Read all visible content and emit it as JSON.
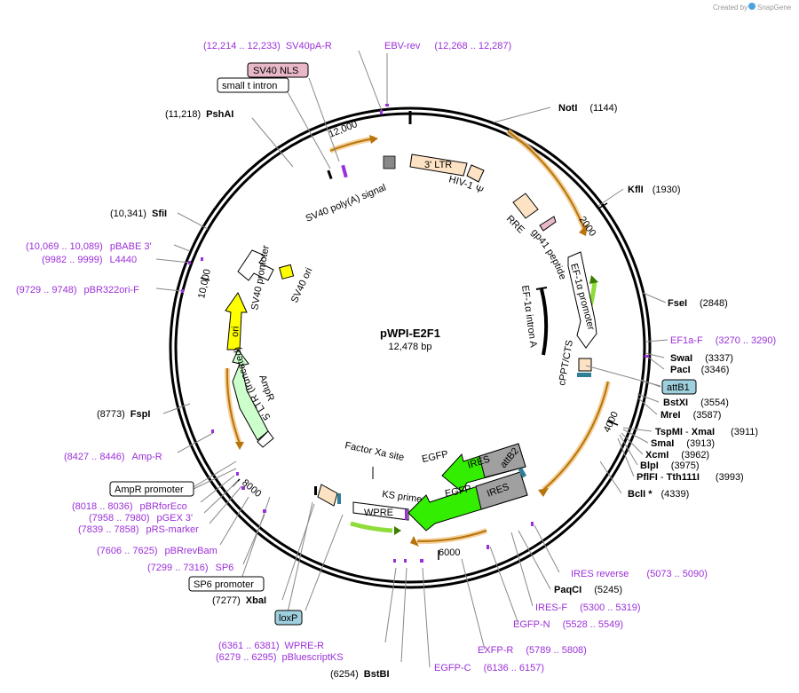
{
  "credit": {
    "prefix": "Created by",
    "brand": "SnapGene"
  },
  "plasmid": {
    "name": "pWPI-E2F1",
    "size": "12,478 bp"
  },
  "ticks": {
    "t2000": "2000",
    "t4000": "4000",
    "t6000": "6000",
    "t8000": "8000",
    "t10000": "10,000",
    "t12000": "12,000"
  },
  "enzymes": {
    "NotI": {
      "name": "NotI",
      "pos": "(1144)"
    },
    "KflI": {
      "name": "KflI",
      "pos": "(1930)"
    },
    "FseI": {
      "name": "FseI",
      "pos": "(2848)"
    },
    "SwaI": {
      "name": "SwaI",
      "pos": "(3337)"
    },
    "PacI": {
      "name": "PacI",
      "pos": "(3346)"
    },
    "BstXI": {
      "name": "BstXI",
      "pos": "(3554)"
    },
    "MreI": {
      "name": "MreI",
      "pos": "(3587)"
    },
    "TspMI": {
      "name": "TspMI",
      "sep": " - ",
      "name2": "XmaI",
      "pos": "(3911)"
    },
    "SmaI": {
      "name": "SmaI",
      "pos": "(3913)"
    },
    "XcmI": {
      "name": "XcmI",
      "pos": "(3962)"
    },
    "BlpI": {
      "name": "BlpI",
      "pos": "(3975)"
    },
    "PflFI": {
      "name": "PflFI",
      "sep": " - ",
      "name2": "Tth111I",
      "pos": "(3993)"
    },
    "BclI": {
      "name": "BclI *",
      "pos": "(4339)"
    },
    "PaqCI": {
      "name": "PaqCI",
      "pos": "(5245)"
    },
    "BstBI": {
      "name": "BstBI",
      "pos": "(6254)"
    },
    "XbaI": {
      "name": "XbaI",
      "pos": "(7277)"
    },
    "FspI": {
      "name": "FspI",
      "pos": "(8773)"
    },
    "SfiI": {
      "name": "SfiI",
      "pos": "(10,341)"
    },
    "PshAI": {
      "name": "PshAI",
      "pos": "(11,218)"
    }
  },
  "primers": {
    "SV40pA_R": {
      "pos": "(12,214 .. 12,233)",
      "name": "SV40pA-R"
    },
    "EBV_rev": {
      "name": "EBV-rev",
      "pos": "(12,268 .. 12,287)"
    },
    "EF1a_F": {
      "name": "EF1a-F",
      "pos": "(3270 .. 3290)"
    },
    "IRES_reverse": {
      "name": "IRES reverse",
      "pos": "(5073 .. 5090)"
    },
    "IRES_F": {
      "name": "IRES-F",
      "pos": "(5300 .. 5319)"
    },
    "EGFP_N": {
      "name": "EGFP-N",
      "pos": "(5528 .. 5549)"
    },
    "EXFP_R": {
      "name": "EXFP-R",
      "pos": "(5789 .. 5808)"
    },
    "EGFP_C": {
      "name": "EGFP-C",
      "pos": "(6136 .. 6157)"
    },
    "WPRE_R": {
      "pos": "(6361 .. 6381)",
      "name": "WPRE-R"
    },
    "pBluescriptKS": {
      "pos": "(6279 .. 6295)",
      "name": "pBluescriptKS"
    },
    "SP6": {
      "pos": "(7299 .. 7316)",
      "name": "SP6"
    },
    "pBRrevBam": {
      "pos": "(7606 .. 7625)",
      "name": "pBRrevBam"
    },
    "pRS_marker": {
      "pos": "(7839 .. 7858)",
      "name": "pRS-marker"
    },
    "pGEX3": {
      "pos": "(7958 .. 7980)",
      "name": "pGEX 3'"
    },
    "pBRforEco": {
      "pos": "(8018 .. 8036)",
      "name": "pBRforEco"
    },
    "Amp_R": {
      "pos": "(8427 .. 8446)",
      "name": "Amp-R"
    },
    "pBR322ori_F": {
      "pos": "(9729 .. 9748)",
      "name": "pBR322ori-F"
    },
    "L4440": {
      "pos": "(9982 .. 9999)",
      "name": "L4440"
    },
    "pBABE3": {
      "pos": "(10,069 .. 10,089)",
      "name": "pBABE 3'"
    }
  },
  "boxed_labels": {
    "sv40nls": "SV40 NLS",
    "small_t_intron": "small t intron",
    "attB1": "attB1",
    "ampr_promoter": "AmpR promoter",
    "sp6_promoter": "SP6 promoter",
    "loxP": "loxP"
  },
  "features": {
    "three_ltr": "3' LTR",
    "hiv_psi": "HIV-1 Ψ",
    "rre": "RRE",
    "gp41": "gp41 peptide",
    "ef1a_promoter": "EF-1α promoter",
    "ef1a_intron": "EF-1α intron A",
    "cppt": "cPPT/CTS",
    "sv40_polya": "SV40 poly(A) signal",
    "sv40_promoter": "SV40 promoter",
    "sv40_ori": "SV40 ori",
    "ori": "ori",
    "ampr": "AmpR",
    "five_ltr": "5' LTR (truncated)",
    "factor_xa": "Factor Xa site",
    "egfp1": "EGFP",
    "ires1": "IRES",
    "egfp2": "EGFP",
    "ires2": "IRES",
    "attB2": "attB2",
    "ks_primer": "KS primer",
    "wpre": "WPRE"
  },
  "colors": {
    "backbone": "#000000",
    "primer": "#9b30d9",
    "ltr": "#fde3c4",
    "ori": "#ffff00",
    "ampr": "#ccffcc",
    "egfp": "#33ee00",
    "ires": "#a0a0a0",
    "attb": "#9fd0de",
    "orf": "#e8a23a",
    "nls": "#e8b8c8"
  }
}
